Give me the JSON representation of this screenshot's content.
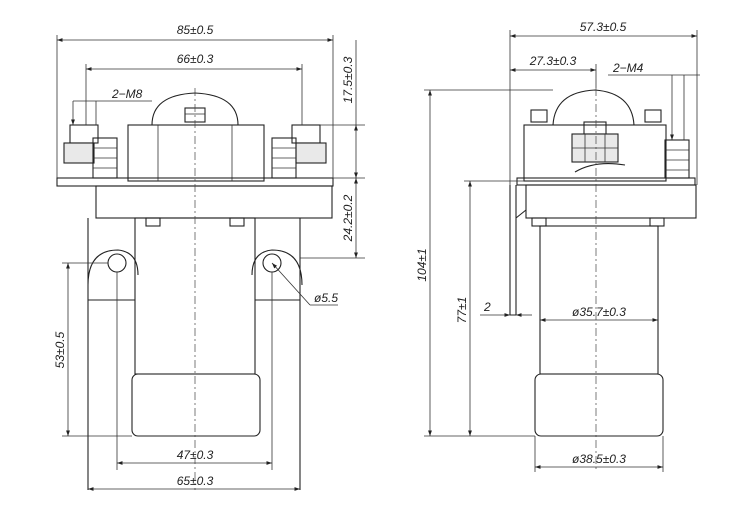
{
  "colors": {
    "line": "#222222",
    "fill": "#e9e9e9",
    "background": "#ffffff"
  },
  "front_view": {
    "width_overall": "85±0.5",
    "mount_hole_spacing": "66±0.3",
    "terminal_height": "17.5±0.3",
    "bracket_height": "24.2±0.2",
    "terminal_thread": "2−M8",
    "hole_diameter": "ø5.5",
    "hole_height": "53±0.5",
    "coil_width": "47±0.3",
    "base_width": "65±0.3"
  },
  "side_view": {
    "width_overall": "57.3±0.5",
    "terminal_offset": "27.3±0.3",
    "coil_thread": "2−M4",
    "total_height": "104±1",
    "body_height": "77±1",
    "bracket_thickness": "2",
    "coil_diameter": "ø35.7±0.3",
    "cap_diameter": "ø38.5±0.3"
  }
}
